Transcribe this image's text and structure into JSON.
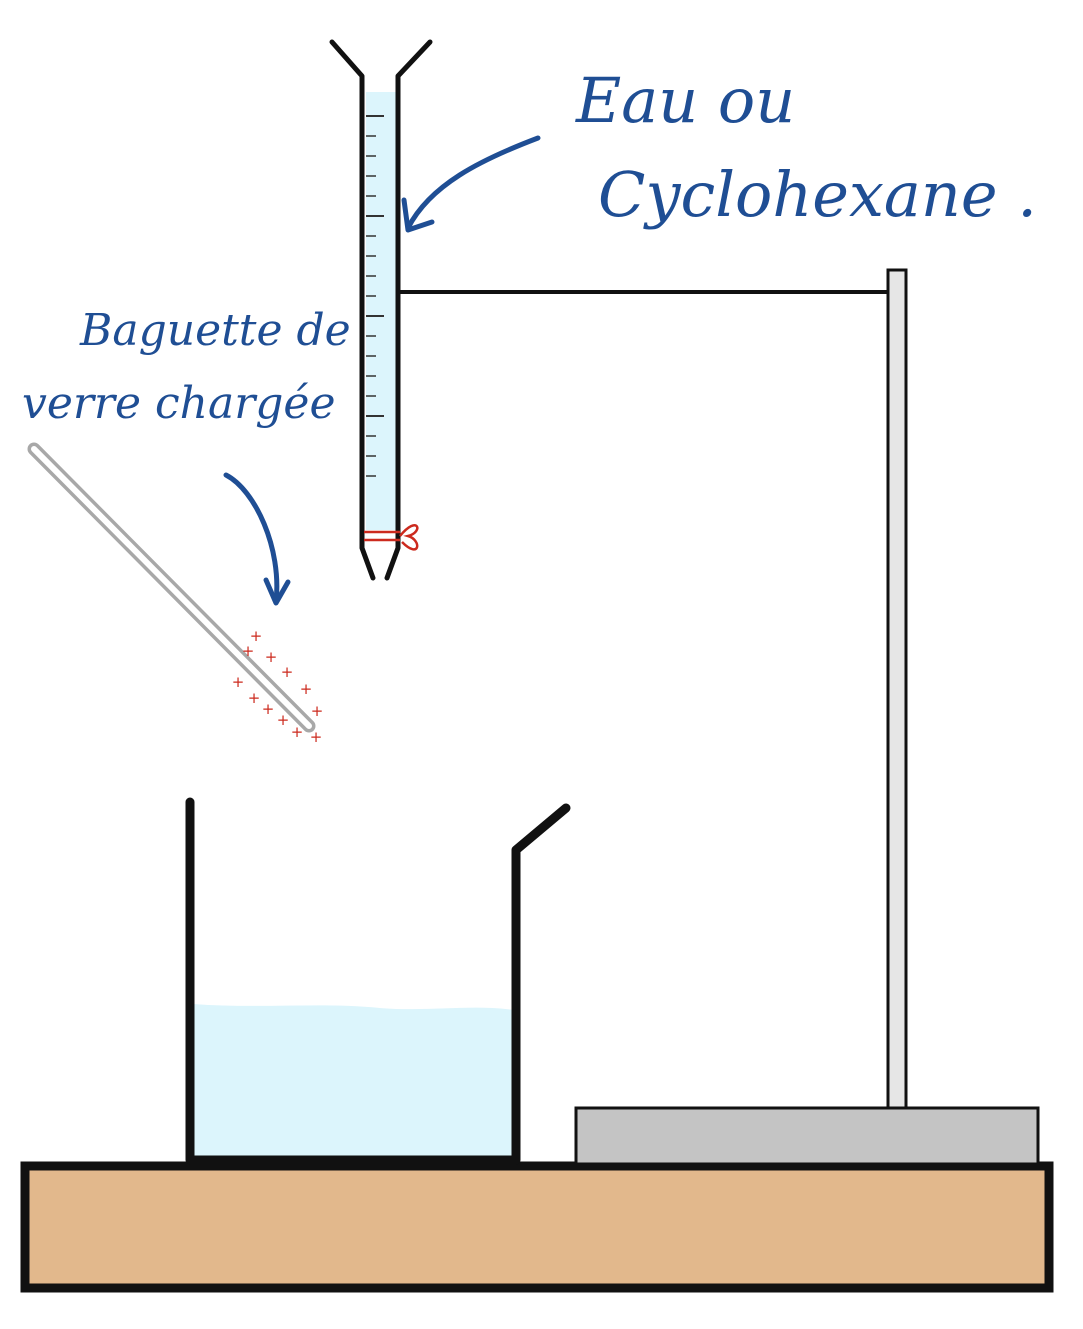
{
  "labels": {
    "liquid_line1": "Eau ou",
    "liquid_line2": "Cyclohexane .",
    "rod_line1": "Baguette de",
    "rod_line2": "verre chargée"
  },
  "charge_symbol": "+",
  "colors": {
    "ink": "#1f4e94",
    "outline": "#111111",
    "liquid": "#dcf5fc",
    "charge": "#cc2a1e",
    "bench": "#e2b88c",
    "stand_base": "#c4c4c4",
    "rod": "#e6e6e6",
    "glass_rod": "#a8a8a8"
  }
}
